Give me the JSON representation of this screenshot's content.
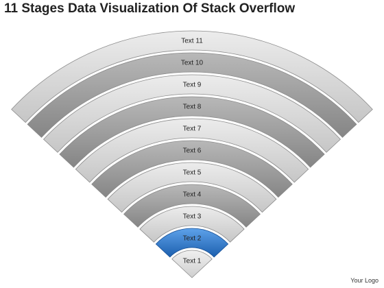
{
  "title": "11 Stages Data Visualization Of Stack Overflow",
  "logo": "Your Logo",
  "colors": {
    "highlight": "#2e7cd0",
    "light_band": "#dadada",
    "dark_band": "#9e9e9e",
    "core": "#e2e2e2"
  },
  "stages": [
    {
      "label": "Text 1",
      "highlight": false
    },
    {
      "label": "Text 2",
      "highlight": true
    },
    {
      "label": "Text 3",
      "highlight": false
    },
    {
      "label": "Text 4",
      "highlight": false
    },
    {
      "label": "Text 5",
      "highlight": false
    },
    {
      "label": "Text 6",
      "highlight": false
    },
    {
      "label": "Text 7",
      "highlight": false
    },
    {
      "label": "Text 8",
      "highlight": false
    },
    {
      "label": "Text 9",
      "highlight": false
    },
    {
      "label": "Text 10",
      "highlight": false
    },
    {
      "label": "Text 11",
      "highlight": false
    }
  ]
}
